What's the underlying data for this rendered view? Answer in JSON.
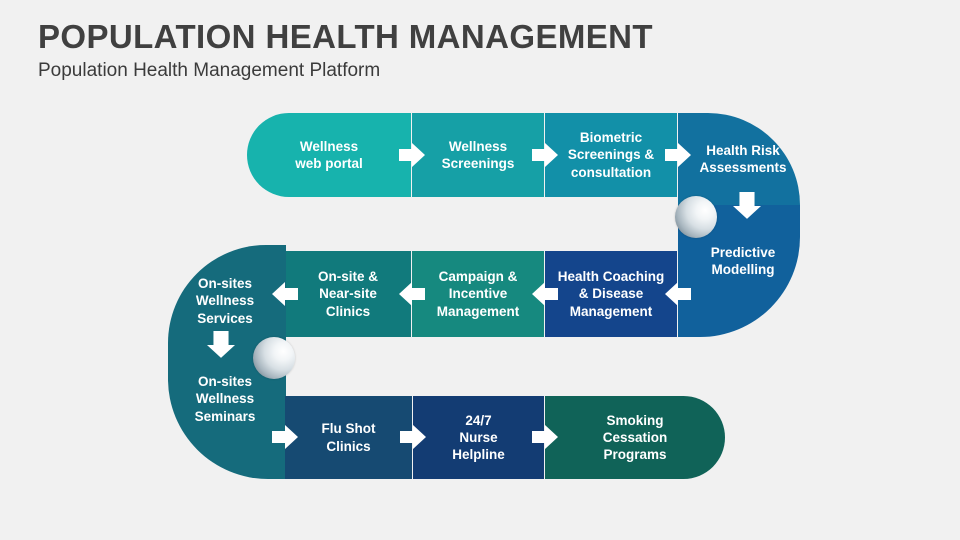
{
  "header": {
    "title": "POPULATION HEALTH MANAGEMENT",
    "subtitle": "Population Health Management Platform"
  },
  "colors": {
    "background": "#f1f1f1",
    "title_text": "#404040",
    "node_text": "#ffffff",
    "arrow": "#ffffff",
    "teal_bright": "#17b3ad",
    "teal": "#16a0a6",
    "teal_blue": "#1290a8",
    "blue_mid": "#12719f",
    "blue": "#11619c",
    "teal_deep": "#156b7c",
    "teal_dark": "#117a7c",
    "green_teal": "#16897f",
    "navy_bright": "#14458c",
    "navy_slate": "#164a72",
    "navy_deep": "#133c73",
    "green_deep": "#106358"
  },
  "chart_data": {
    "type": "diagram",
    "subtype": "serpentine-process-flow",
    "title": "Population Health Management",
    "rows": 3,
    "flow_directions": [
      "left-to-right",
      "right-to-left",
      "left-to-right"
    ],
    "step_count": 12
  },
  "diagram": {
    "row1": {
      "direction": "left-to-right",
      "nodes": [
        {
          "id": "wellness-web-portal",
          "label": "Wellness\nweb portal",
          "color": "#17b3ad"
        },
        {
          "id": "wellness-screenings",
          "label": "Wellness\nScreenings",
          "color": "#16a0a6"
        },
        {
          "id": "biometric-screenings",
          "label": "Biometric\nScreenings &\nconsultation",
          "color": "#1290a8"
        }
      ]
    },
    "row1_end": {
      "id": "health-risk-assessments",
      "label": "Health Risk\nAssessments",
      "color": "#12719f"
    },
    "row2_end": {
      "id": "predictive-modelling",
      "label": "Predictive\nModelling",
      "color": "#11619c"
    },
    "row2": {
      "direction": "right-to-left",
      "nodes": [
        {
          "id": "health-coaching",
          "label": "Health Coaching\n& Disease\nManagement",
          "color": "#14458c"
        },
        {
          "id": "campaign-incentive",
          "label": "Campaign &\nIncentive\nManagement",
          "color": "#16897f"
        },
        {
          "id": "onsite-nearsite",
          "label": "On-site &\nNear-site\nClinics",
          "color": "#117a7c"
        }
      ]
    },
    "row2_start": {
      "id": "onsites-wellness-services",
      "label": "On-sites\nWellness\nServices",
      "color": "#156b7c"
    },
    "row3_start": {
      "id": "onsites-wellness-seminars",
      "label": "On-sites\nWellness\nSeminars",
      "color": "#156b7c"
    },
    "row3": {
      "direction": "left-to-right",
      "nodes": [
        {
          "id": "flu-shot-clinics",
          "label": "Flu Shot\nClinics",
          "color": "#164a72"
        },
        {
          "id": "nurse-helpline",
          "label": "24/7\nNurse\nHelpline",
          "color": "#133c73"
        },
        {
          "id": "smoking-cessation",
          "label": "Smoking\nCessation\nPrograms",
          "color": "#106358"
        }
      ]
    }
  }
}
